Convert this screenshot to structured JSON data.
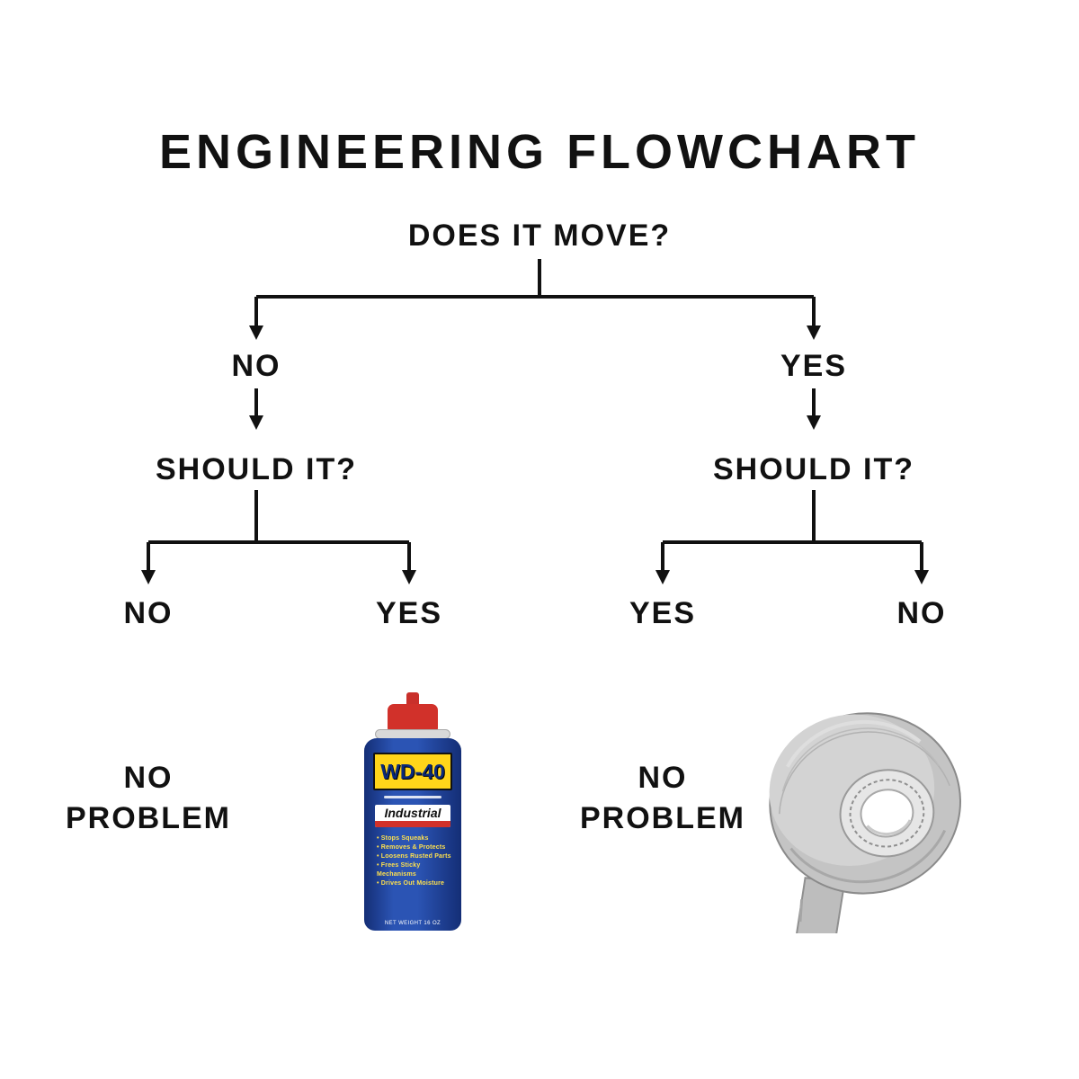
{
  "title": "ENGINEERING FLOWCHART",
  "flow": {
    "root": "DOES IT MOVE?",
    "left": {
      "answer": "NO",
      "question": "SHOULD IT?",
      "outcome_left": "NO",
      "outcome_right": "YES",
      "result_line1": "NO",
      "result_line2": "PROBLEM",
      "outcome_right_image": "wd40-can-image"
    },
    "right": {
      "answer": "YES",
      "question": "SHOULD IT?",
      "outcome_left": "YES",
      "outcome_right": "NO",
      "result_line1": "NO",
      "result_line2": "PROBLEM",
      "outcome_right_image": "duct-tape-image"
    }
  },
  "wd40": {
    "brand": "WD-40",
    "label": "Industrial",
    "features": [
      "Stops Squeaks",
      "Removes & Protects",
      "Loosens Rusted Parts",
      "Frees Sticky Mechanisms",
      "Drives Out Moisture"
    ],
    "net_weight": "NET WEIGHT 16 OZ"
  },
  "colors": {
    "line": "#111111",
    "background": "#ffffff",
    "wd40_blue": "#1e3f92",
    "wd40_yellow": "#ffd51a",
    "wd40_red": "#d1312a",
    "tape_silver": "#c4c4c4"
  }
}
